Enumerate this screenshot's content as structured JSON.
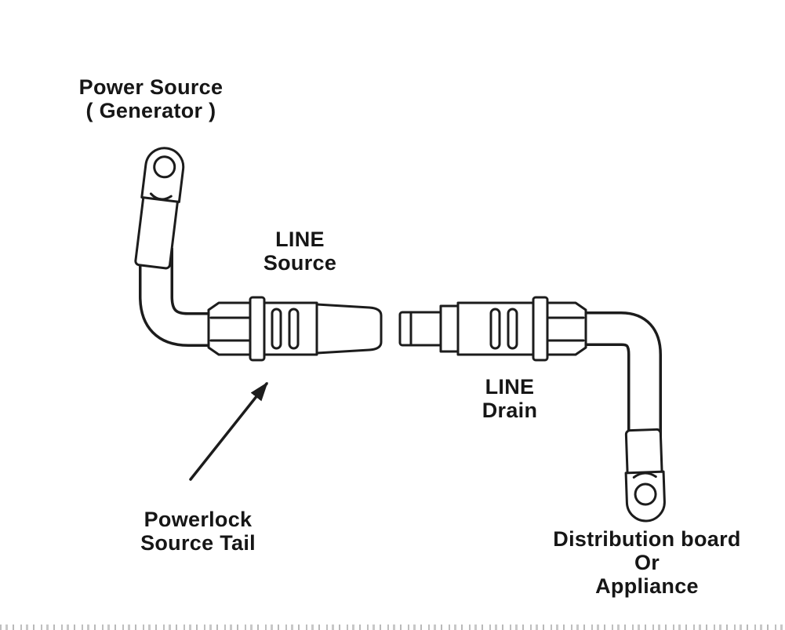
{
  "page": {
    "background": "#ffffff",
    "line_color": "#1c1c1c"
  },
  "labels": {
    "power_source": {
      "line1": "Power Source",
      "line2": "( Generator )"
    },
    "line_source": {
      "line1": "LINE",
      "line2": "Source"
    },
    "line_drain": {
      "line1": "LINE",
      "line2": "Drain"
    },
    "powerlock_source_tail": {
      "line1": "Powerlock",
      "line2": "Source Tail"
    },
    "distribution": {
      "line1": "Distribution board",
      "line2": "Or",
      "line3": "Appliance"
    }
  },
  "diagram": {
    "type": "cable-connection-diagram",
    "parts": [
      "lug-terminal-top",
      "cable-bend-left",
      "connector-line-source",
      "connector-line-drain",
      "cable-bend-right",
      "lug-terminal-bottom",
      "arrow-pointer"
    ]
  }
}
